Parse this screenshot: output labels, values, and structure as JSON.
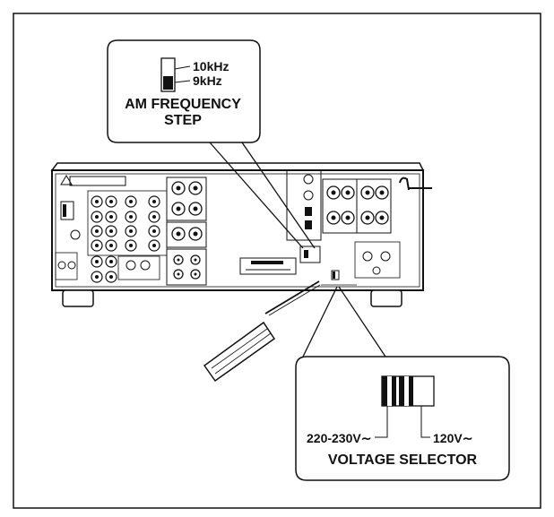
{
  "am_frequency_callout": {
    "option_10khz": "10kHz",
    "option_9khz": "9kHz",
    "title_line1": "AM FREQUENCY",
    "title_line2": "STEP"
  },
  "voltage_selector_callout": {
    "left_setting": "220-230V∼",
    "right_setting": "120V∼",
    "title": "VOLTAGE SELECTOR"
  },
  "colors": {
    "line": "#111111",
    "background": "#ffffff"
  }
}
